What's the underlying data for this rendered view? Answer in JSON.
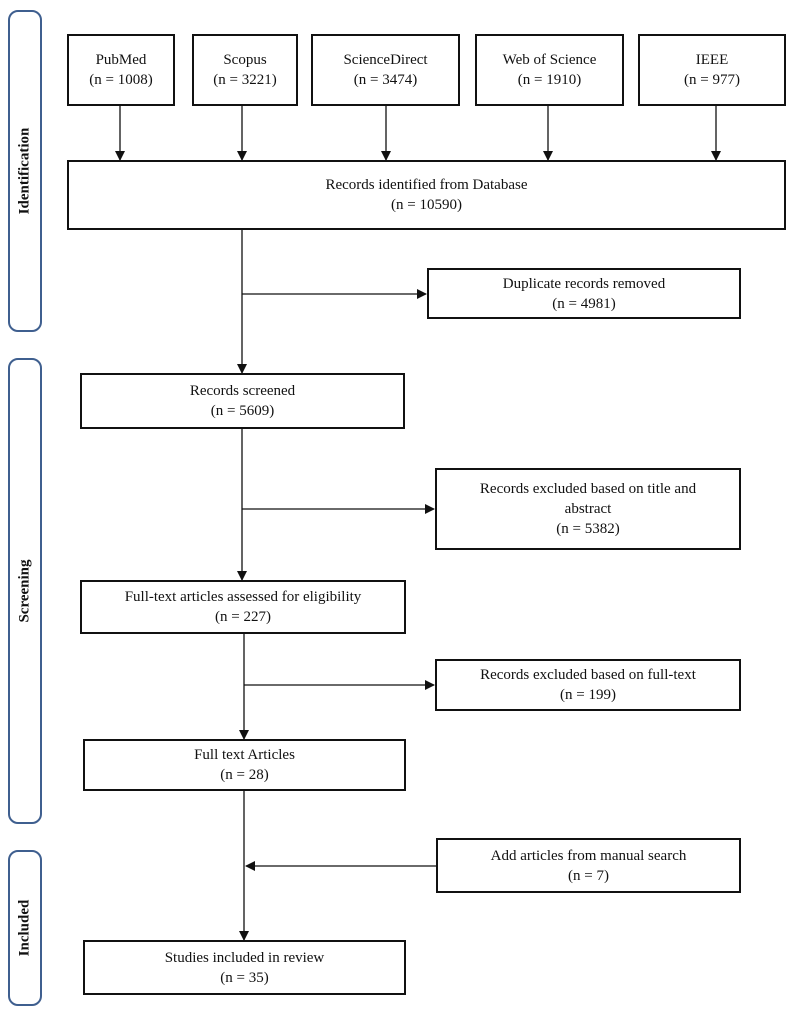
{
  "phases": {
    "identification": "Identification",
    "screening": "Screening",
    "included": "Included"
  },
  "databases": [
    {
      "name": "PubMed",
      "count": "(n = 1008)"
    },
    {
      "name": "Scopus",
      "count": "(n = 3221)"
    },
    {
      "name": "ScienceDirect",
      "count": "(n = 3474)"
    },
    {
      "name": "Web of Science",
      "count": "(n = 1910)"
    },
    {
      "name": "IEEE",
      "count": "(n = 977)"
    }
  ],
  "identified": {
    "label": "Records identified from Database",
    "count": "(n = 10590)"
  },
  "duplicates": {
    "label": "Duplicate records removed",
    "count": "(n = 4981)"
  },
  "screened": {
    "label": "Records screened",
    "count": "(n = 5609)"
  },
  "excluded_title": {
    "label_line1": "Records excluded based on title and",
    "label_line2": "abstract",
    "count": "(n = 5382)"
  },
  "fulltext_assessed": {
    "label": "Full-text articles assessed for eligibility",
    "count": "(n = 227)"
  },
  "excluded_fulltext": {
    "label": "Records excluded based on full-text",
    "count": "(n = 199)"
  },
  "fulltext_articles": {
    "label": "Full text Articles",
    "count": "(n = 28)"
  },
  "manual_search": {
    "label": "Add articles from manual search",
    "count": "(n = 7)"
  },
  "included_studies": {
    "label": "Studies included in review",
    "count": "(n = 35)"
  }
}
